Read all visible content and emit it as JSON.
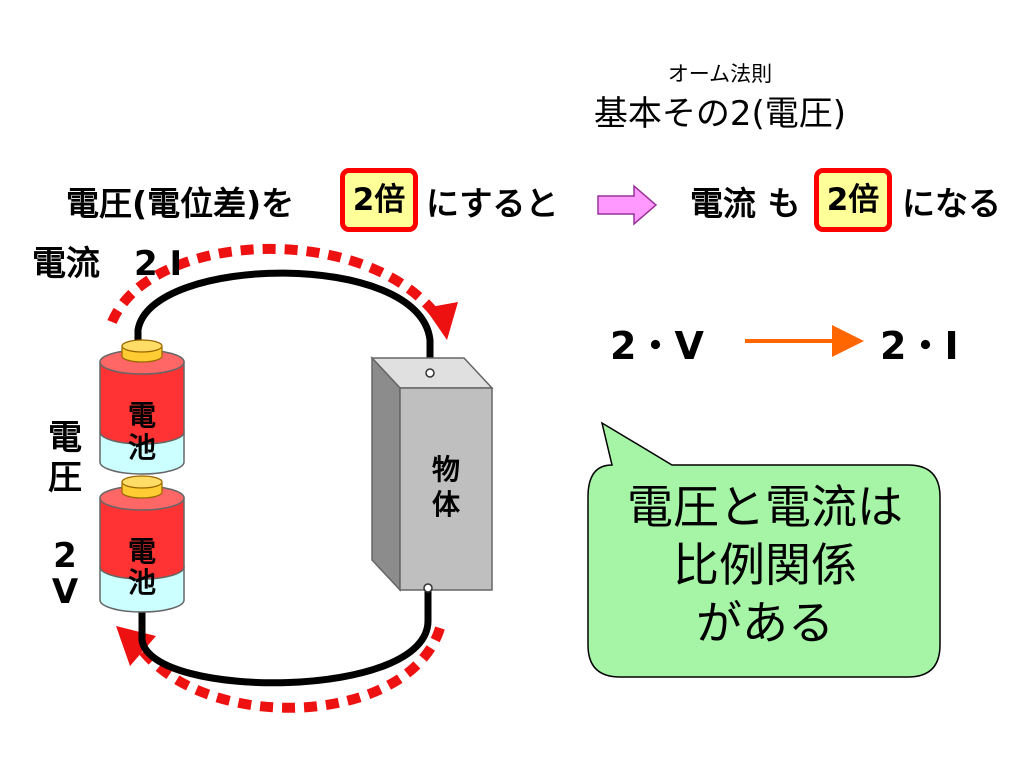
{
  "header": {
    "small": "オーム法則",
    "big": "基本その2(電圧)"
  },
  "statement": {
    "part1": "電圧(電位差)を",
    "box1": "2倍",
    "part2": "にすると",
    "part3": "電流 も",
    "box2": "2倍",
    "part4": "になる"
  },
  "current_label": "電流　2 I",
  "relation": {
    "left": "2・V",
    "right": "2・I"
  },
  "voltage_label": {
    "line1": "電",
    "line2": "圧",
    "line3": "2",
    "line4": "V"
  },
  "battery": {
    "top": "電",
    "bottom": "池"
  },
  "object_label": {
    "line1": "物",
    "line2": "体"
  },
  "bubble": {
    "line1": "電圧と電流は",
    "line2": "比例関係",
    "line3": "がある"
  },
  "colors": {
    "highlight_border": "#ff0000",
    "highlight_fill": "#ffff99",
    "battery_red": "#ff3333",
    "battery_cyan": "#ccffff",
    "battery_cap": "#ffcc33",
    "object_gray": "#bfbfbf",
    "bubble_fill": "#a6f5a6",
    "arrow_orange": "#ff6600",
    "arrow_pink": "#ff99ff",
    "flow_red": "#ee1111"
  }
}
